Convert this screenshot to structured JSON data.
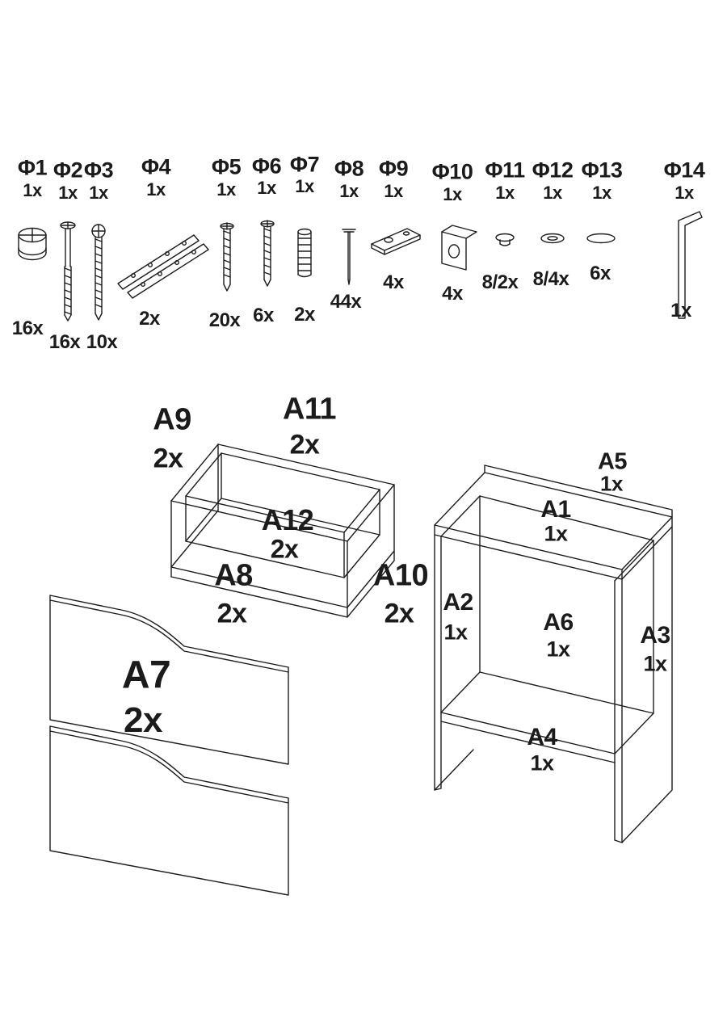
{
  "page": {
    "type_label": "assembly parts overview"
  },
  "colors": {
    "line": "#1d1d1d",
    "background": "#ffffff"
  },
  "hardware": [
    {
      "id": "Φ1",
      "per": "1x",
      "count": "16x",
      "icon": "cam-lock"
    },
    {
      "id": "Φ2",
      "per": "1x",
      "count": "16x",
      "icon": "connector-bolt"
    },
    {
      "id": "Φ3",
      "per": "1x",
      "count": "10x",
      "icon": "long-screw"
    },
    {
      "id": "Φ4",
      "per": "1x",
      "count": "2x",
      "icon": "drawer-slides"
    },
    {
      "id": "Φ5",
      "per": "1x",
      "count": "20x",
      "icon": "wood-screw"
    },
    {
      "id": "Φ6",
      "per": "1x",
      "count": "6x",
      "icon": "short-screw"
    },
    {
      "id": "Φ7",
      "per": "1x",
      "count": "2x",
      "icon": "dowel"
    },
    {
      "id": "Φ8",
      "per": "1x",
      "count": "44x",
      "icon": "nail"
    },
    {
      "id": "Φ9",
      "per": "1x",
      "count": "4x",
      "icon": "flat-bracket"
    },
    {
      "id": "Φ10",
      "per": "1x",
      "count": "4x",
      "icon": "corner-bracket"
    },
    {
      "id": "Φ11",
      "per": "1x",
      "count": "8/2x",
      "icon": "small-cover-cap"
    },
    {
      "id": "Φ12",
      "per": "1x",
      "count": "8/4x",
      "icon": "cover-cap"
    },
    {
      "id": "Φ13",
      "per": "1x",
      "count": "6x",
      "icon": "oval-cover-cap"
    },
    {
      "id": "Φ14",
      "per": "1x",
      "count": "1x",
      "icon": "allen-key"
    }
  ],
  "panels": [
    {
      "id": "A9",
      "count": "2x"
    },
    {
      "id": "A11",
      "count": "2x"
    },
    {
      "id": "A12",
      "count": "2x"
    },
    {
      "id": "A8",
      "count": "2x"
    },
    {
      "id": "A10",
      "count": "2x"
    },
    {
      "id": "A7",
      "count": "2x"
    },
    {
      "id": "A5",
      "count": "1x"
    },
    {
      "id": "A1",
      "count": "1x"
    },
    {
      "id": "A2",
      "count": "1x"
    },
    {
      "id": "A6",
      "count": "1x"
    },
    {
      "id": "A3",
      "count": "1x"
    },
    {
      "id": "A4",
      "count": "1x"
    }
  ]
}
